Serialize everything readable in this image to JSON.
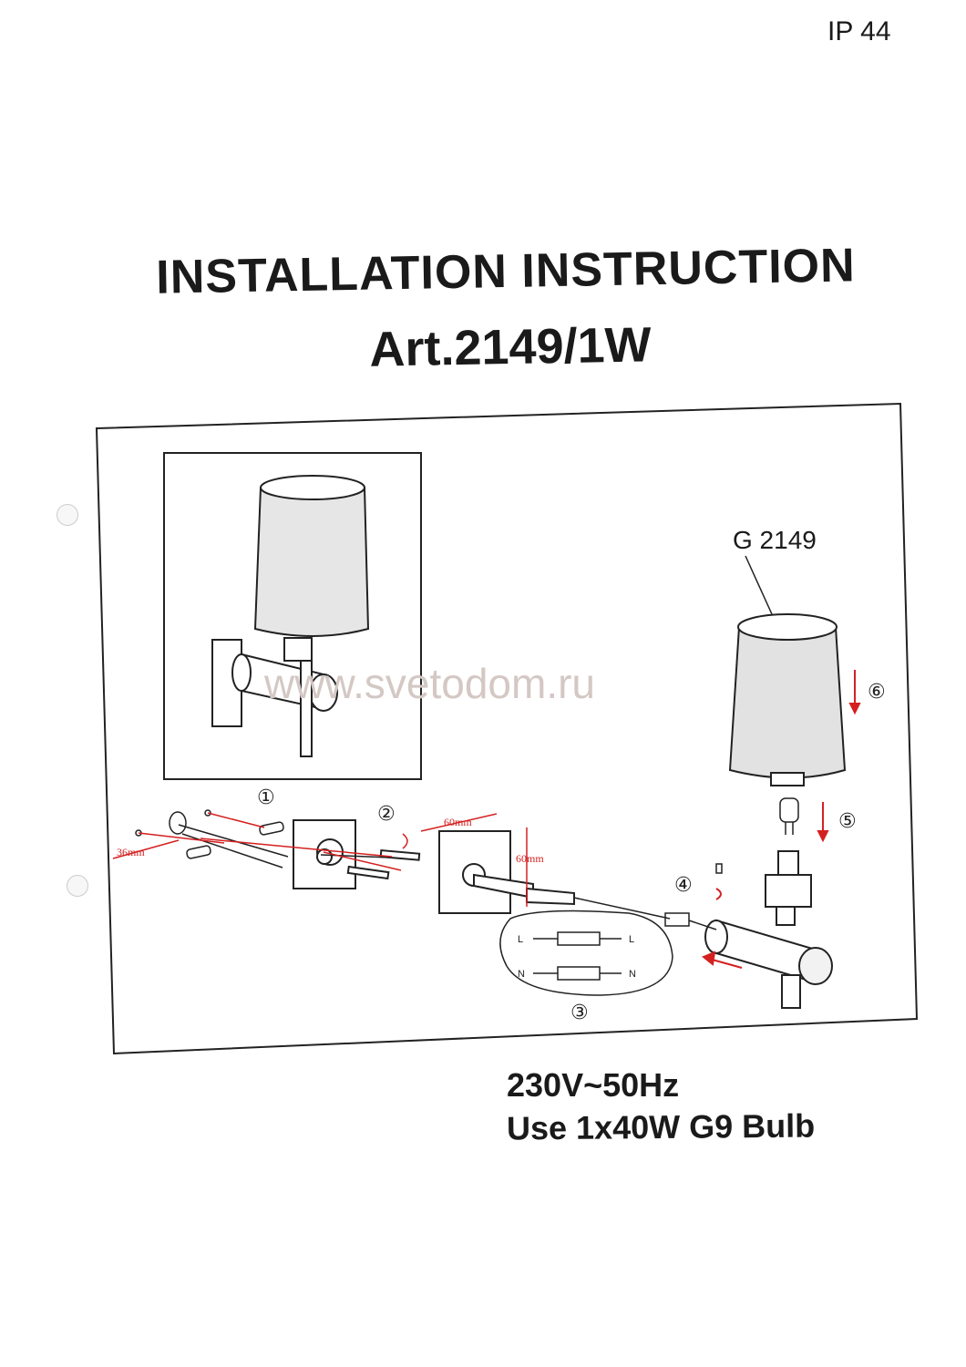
{
  "header": {
    "ip_rating": "IP 44"
  },
  "title": {
    "line1": "INSTALLATION INSTRUCTION",
    "line2": "Art.2149/1W"
  },
  "diagram": {
    "shade_label": "G 2149",
    "watermark": "www.svetodom.ru",
    "steps": [
      "①",
      "②",
      "③",
      "④",
      "⑤",
      "⑥"
    ],
    "dimensions": {
      "strip": "36mm",
      "spacing_horizontal": "60mm",
      "spacing_vertical": "60mm"
    },
    "wiring": {
      "live": "L",
      "neutral": "N"
    }
  },
  "specs": {
    "voltage": "230V~50Hz",
    "bulb": "Use 1x40W G9 Bulb"
  },
  "colors": {
    "ink": "#1a1a1a",
    "annotation_red": "#d42020",
    "watermark": "#d4c8c4"
  }
}
